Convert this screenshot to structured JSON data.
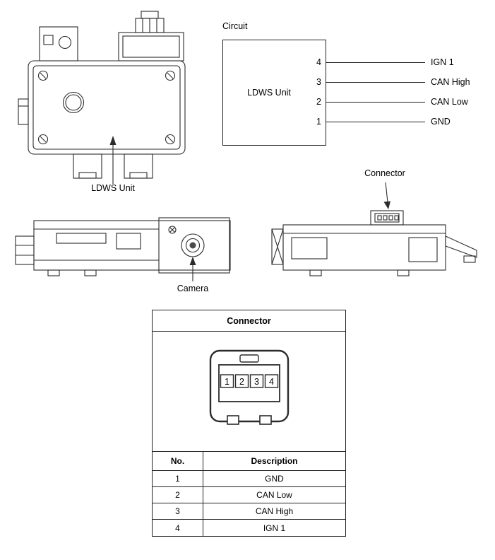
{
  "ldws_top": {
    "label": "LDWS Unit"
  },
  "circuit": {
    "title": "Circuit",
    "unit_label": "LDWS Unit",
    "pins": [
      {
        "no": "4",
        "label": "IGN 1"
      },
      {
        "no": "3",
        "label": "CAN High"
      },
      {
        "no": "2",
        "label": "CAN Low"
      },
      {
        "no": "1",
        "label": "GND"
      }
    ]
  },
  "camera_view": {
    "label": "Camera"
  },
  "connector_view": {
    "label": "Connector"
  },
  "connector_table": {
    "title": "Connector",
    "pin_numbers": [
      "1",
      "2",
      "3",
      "4"
    ],
    "headers": {
      "no": "No.",
      "description": "Description"
    },
    "rows": [
      {
        "no": "1",
        "description": "GND"
      },
      {
        "no": "2",
        "description": "CAN Low"
      },
      {
        "no": "3",
        "description": "CAN High"
      },
      {
        "no": "4",
        "description": "IGN 1"
      }
    ]
  },
  "colors": {
    "line": "#2b2b2b",
    "text": "#000000",
    "background": "#ffffff"
  }
}
